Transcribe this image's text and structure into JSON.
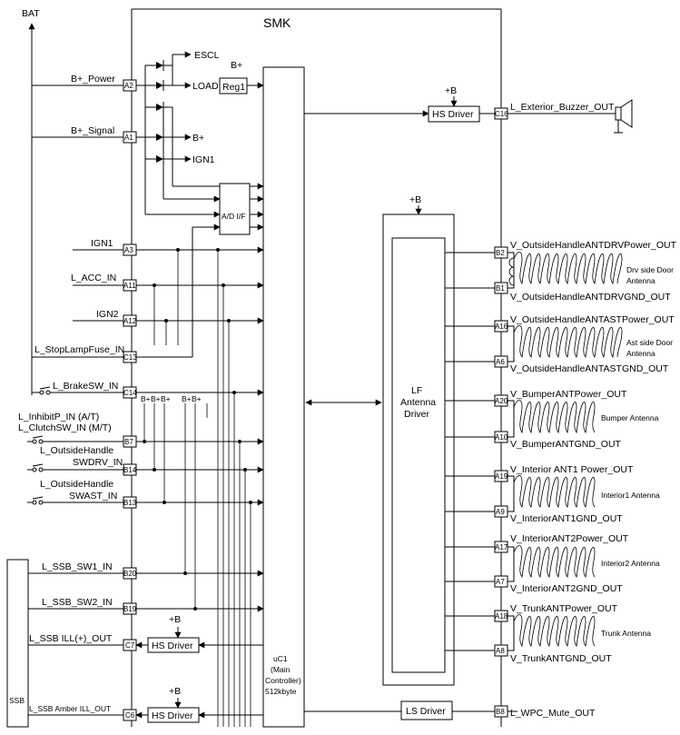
{
  "module": {
    "title": "SMK",
    "battery": "BAT"
  },
  "inputs": {
    "bplus_power": {
      "label": "B+_Power",
      "pin": "A2"
    },
    "bplus_signal": {
      "label": "B+_Signal",
      "pin": "A1"
    },
    "ign1": {
      "label": "IGN1",
      "pin": "A3"
    },
    "acc": {
      "label": "L_ACC_IN",
      "pin": "A11"
    },
    "ign2": {
      "label": "IGN2",
      "pin": "A12"
    },
    "stoplamp": {
      "label": "L_StopLampFuse_IN",
      "pin": "C13"
    },
    "brake": {
      "label": "L_BrakeSW_IN",
      "pin": "C14"
    },
    "inhibit": {
      "label1": "L_InhibitP_IN (A/T)",
      "label2": "L_ClutchSW_IN (M/T)",
      "pin": "B7"
    },
    "drv_handle": {
      "label1": "L_OutsideHandle",
      "label2": "SWDRV_IN",
      "pin": "B14"
    },
    "ast_handle": {
      "label1": "L_OutsideHandle",
      "label2": "SWAST_IN",
      "pin": "B13"
    },
    "ssb_sw1": {
      "label": "L_SSB_SW1_IN",
      "pin": "B20"
    },
    "ssb_sw2": {
      "label": "L_SSB_SW2_IN",
      "pin": "B19"
    },
    "ssb_ill": {
      "label": "L_SSB ILL(+)_OUT",
      "pin": "C7"
    },
    "ssb_amber": {
      "label": "L_SSB Amber ILL_OUT",
      "pin": "C6"
    },
    "ssb_block": "SSB"
  },
  "internal": {
    "escl": "ESCL",
    "load": "LOAD",
    "bplus": "B+",
    "reg1": "Reg1",
    "bplus_out": "B+",
    "ign1_out": "IGN1",
    "adif": "A/D I/F",
    "plus_b": "+B",
    "hs_driver": "HS Driver",
    "pullups": [
      "B+",
      "B+",
      "B+",
      "B+",
      "B+"
    ],
    "uc_lines": [
      "uC1",
      "(Main",
      "Controller)",
      "512kbyte"
    ],
    "lf_lines": [
      "LF",
      "Antenna",
      "Driver"
    ],
    "ls_driver": "LS Driver"
  },
  "outputs": {
    "buzzer": {
      "pin": "C16",
      "label": "L_Exterior_Buzzer_OUT"
    },
    "wpc": {
      "pin": "B8",
      "label": "L_WPC_Mute_OUT"
    }
  },
  "antennas": [
    {
      "pwr_pin": "B2",
      "pwr": "V_OutsideHandleANTDRVPower_OUT",
      "gnd_pin": "B1",
      "gnd": "V_OutsideHandleANTDRVGND_OUT",
      "name1": "Drv side Door",
      "name2": "Antenna"
    },
    {
      "pwr_pin": "A16",
      "pwr": "V_OutsideHandleANTASTPower_OUT",
      "gnd_pin": "A6",
      "gnd": "V_OutsideHandleANTASTGND_OUT",
      "name1": "Ast side Door",
      "name2": "Antenna"
    },
    {
      "pwr_pin": "A20",
      "pwr": "V_BumperANTPower_OUT",
      "gnd_pin": "A10",
      "gnd": "V_BumperANTGND_OUT",
      "name1": "Bumper Antenna",
      "name2": ""
    },
    {
      "pwr_pin": "A19",
      "pwr": "V_Interior ANT1 Power_OUT",
      "gnd_pin": "A9",
      "gnd": "V_InteriorANT1GND_OUT",
      "name1": "Interior1 Antenna",
      "name2": ""
    },
    {
      "pwr_pin": "A17",
      "pwr": "V_InteriorANT2Power_OUT",
      "gnd_pin": "A7",
      "gnd": "V_InteriorANT2GND_OUT",
      "name1": "Interior2 Antenna",
      "name2": ""
    },
    {
      "pwr_pin": "A18",
      "pwr": "V_TrunkANTPower_OUT",
      "gnd_pin": "A8",
      "gnd": "V_TrunkANTGND_OUT",
      "name1": "Trunk Antenna",
      "name2": ""
    }
  ]
}
